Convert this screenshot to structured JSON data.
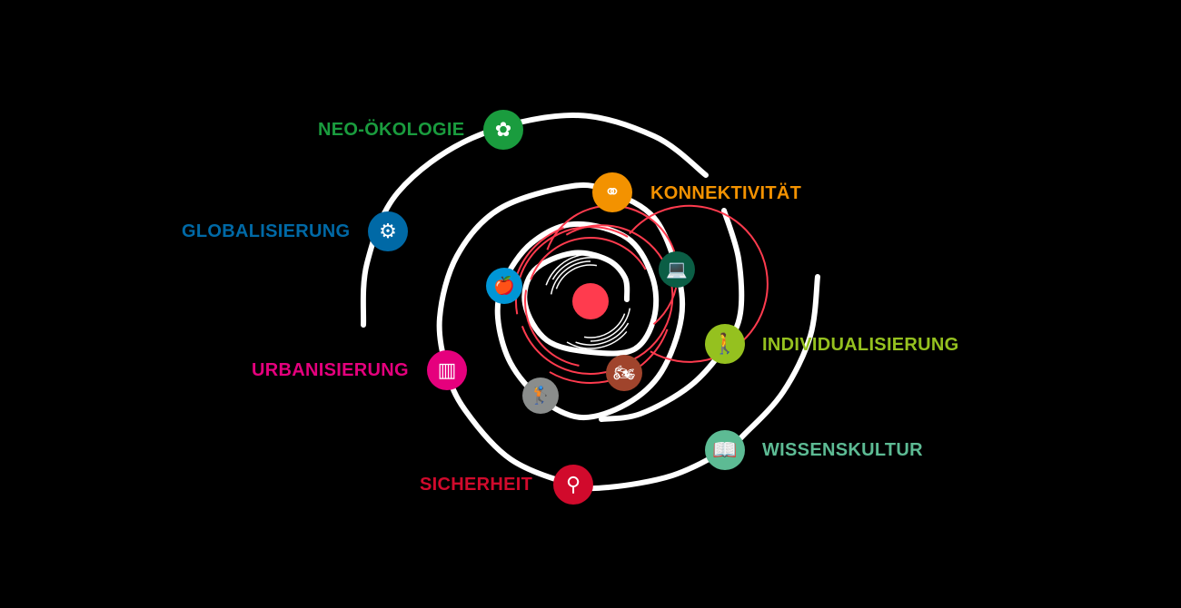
{
  "trends": [
    {
      "label": "NEO-ÖKOLOGIE",
      "color": "#1a9c3e",
      "icon": "wind-turbine-leaf-icon",
      "glyph": "✿"
    },
    {
      "label": "KONNEKTIVITÄT",
      "color": "#f39200",
      "icon": "network-nodes-icon",
      "glyph": "⚭"
    },
    {
      "label": "GLOBALISIERUNG",
      "color": "#0069a6",
      "icon": "globe-gears-icon",
      "glyph": "⚙"
    },
    {
      "label": "INDIVIDUALISIERUNG",
      "color": "#95c11f",
      "icon": "tightrope-walker-icon",
      "glyph": "🚶"
    },
    {
      "label": "URBANISIERUNG",
      "color": "#e5007d",
      "icon": "city-buildings-icon",
      "glyph": "▥"
    },
    {
      "label": "WISSENSKULTUR",
      "color": "#5dbb94",
      "icon": "book-tablet-icon",
      "glyph": "📖"
    },
    {
      "label": "SICHERHEIT",
      "color": "#d10a2c",
      "icon": "keyhole-icon",
      "glyph": "⚲"
    }
  ],
  "unlabeled_icons": [
    {
      "name": "laptop-wrench-icon",
      "color": "#0b5e45",
      "glyph": "💻"
    },
    {
      "name": "apple-heartbeat-icon",
      "color": "#0096d6",
      "glyph": "🍎"
    },
    {
      "name": "motorbike-icon",
      "color": "#a0442c",
      "glyph": "🏍"
    },
    {
      "name": "senior-exercise-icon",
      "color": "#8a8d8c",
      "glyph": "🏌"
    }
  ],
  "colors": {
    "background": "#000000",
    "spiral": "#ffffff",
    "core": "#ff3b4e"
  }
}
